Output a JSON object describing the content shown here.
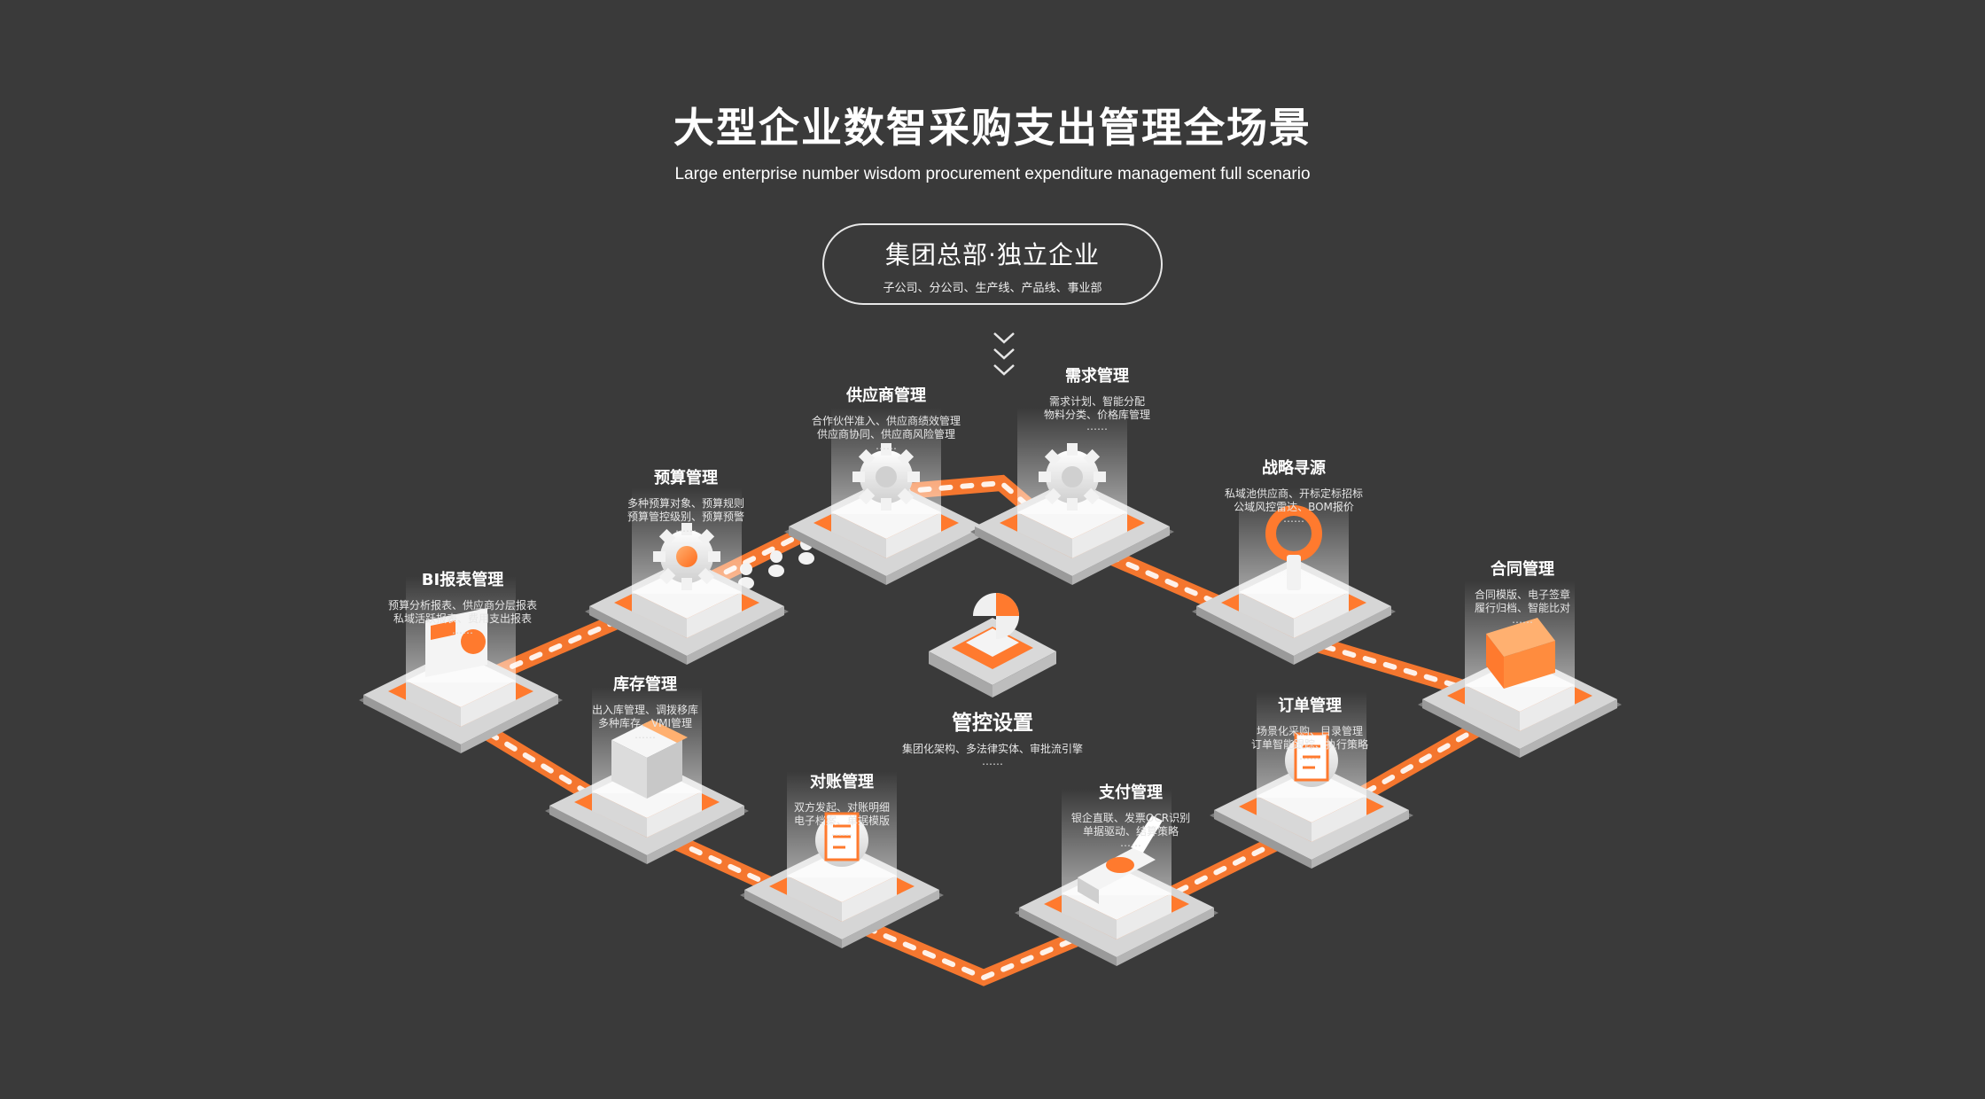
{
  "header": {
    "title": "大型企业数智采购支出管理全场景",
    "subtitle": "Large enterprise number wisdom procurement expenditure management full scenario"
  },
  "hq": {
    "title": "集团总部·独立企业",
    "subtitle": "子公司、分公司、生产线、产品线、事业部"
  },
  "center": {
    "name": "管控设置",
    "desc": "集团化架构、多法律实体、审批流引擎",
    "more": "……"
  },
  "modules": [
    {
      "id": "supplier",
      "name": "供应商管理",
      "lines": [
        "合作伙伴准入、供应商绩效管理",
        "供应商协同、供应商风险管理"
      ],
      "more": "……",
      "icon": "gear-icon"
    },
    {
      "id": "demand",
      "name": "需求管理",
      "lines": [
        "需求计划、智能分配",
        "物料分类、价格库管理"
      ],
      "more": "……",
      "icon": "wrench-icon"
    },
    {
      "id": "budget",
      "name": "预算管理",
      "lines": [
        "多种预算对象、预算规则",
        "预算管控级别、预算预警"
      ],
      "more": "……",
      "icon": "coin-gear-icon"
    },
    {
      "id": "sourcing",
      "name": "战略寻源",
      "lines": [
        "私域池供应商、开标定标招标",
        "公域风控雷达、BOM报价"
      ],
      "more": "……",
      "icon": "location-pin-icon"
    },
    {
      "id": "bi",
      "name": "BI报表管理",
      "lines": [
        "预算分析报表、供应商分层报表",
        "私域活跃报表、费用支出报表"
      ],
      "more": "……",
      "icon": "report-screen-icon"
    },
    {
      "id": "contract",
      "name": "合同管理",
      "lines": [
        "合同模版、电子签章",
        "履行归档、智能比对"
      ],
      "more": "……",
      "icon": "folder-icon"
    },
    {
      "id": "inventory",
      "name": "库存管理",
      "lines": [
        "出入库管理、调拨移库",
        "多种库存、VMI管理"
      ],
      "more": "……",
      "icon": "box-icon"
    },
    {
      "id": "order",
      "name": "订单管理",
      "lines": [
        "场景化采购、目录管理",
        "订单智能跟踪、执行策略"
      ],
      "more": "……",
      "icon": "order-document-icon"
    },
    {
      "id": "reconcile",
      "name": "对账管理",
      "lines": [
        "双方发起、对账明细",
        "电子档案、单据模版"
      ],
      "more": "……",
      "icon": "ledger-icon"
    },
    {
      "id": "payment",
      "name": "支付管理",
      "lines": [
        "银企直联、发票OCR识别",
        "单据驱动、结算策略"
      ],
      "more": "……",
      "icon": "pos-terminal-icon"
    }
  ],
  "colors": {
    "background": "#3a3a3a",
    "accent": "#ff7a2e",
    "platform": "#e9e9e9"
  }
}
